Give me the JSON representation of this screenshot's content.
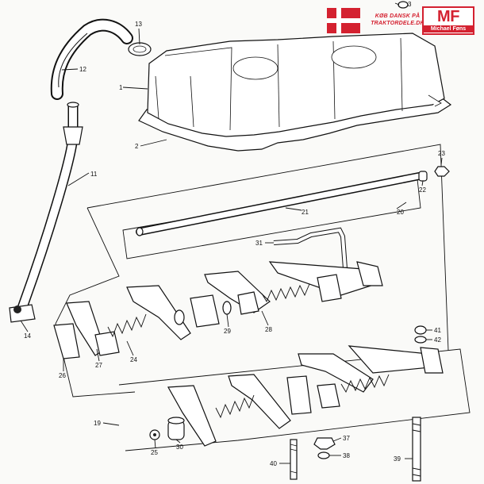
{
  "shop_banner": {
    "tagline": "KØB DANSK PÅ TRAKTORDELE.DK",
    "logo_mark": "MF",
    "logo_name": "Michael Føns",
    "flag_colors": {
      "field": "#d42130",
      "cross": "#ffffff"
    }
  },
  "callouts": [
    {
      "id": "1",
      "label": "1"
    },
    {
      "id": "2",
      "label": "2"
    },
    {
      "id": "3",
      "label": "3"
    },
    {
      "id": "11",
      "label": "11"
    },
    {
      "id": "12",
      "label": "12"
    },
    {
      "id": "13",
      "label": "13"
    },
    {
      "id": "14",
      "label": "14"
    },
    {
      "id": "19",
      "label": "19"
    },
    {
      "id": "20",
      "label": "20"
    },
    {
      "id": "21",
      "label": "21"
    },
    {
      "id": "22",
      "label": "22"
    },
    {
      "id": "23",
      "label": "23"
    },
    {
      "id": "24",
      "label": "24"
    },
    {
      "id": "25",
      "label": "25"
    },
    {
      "id": "26",
      "label": "26"
    },
    {
      "id": "27",
      "label": "27"
    },
    {
      "id": "28",
      "label": "28"
    },
    {
      "id": "29",
      "label": "29"
    },
    {
      "id": "30",
      "label": "30"
    },
    {
      "id": "31",
      "label": "31"
    },
    {
      "id": "37",
      "label": "37"
    },
    {
      "id": "38",
      "label": "38"
    },
    {
      "id": "39",
      "label": "39"
    },
    {
      "id": "40",
      "label": "40"
    },
    {
      "id": "41",
      "label": "41"
    },
    {
      "id": "42",
      "label": "42"
    }
  ]
}
